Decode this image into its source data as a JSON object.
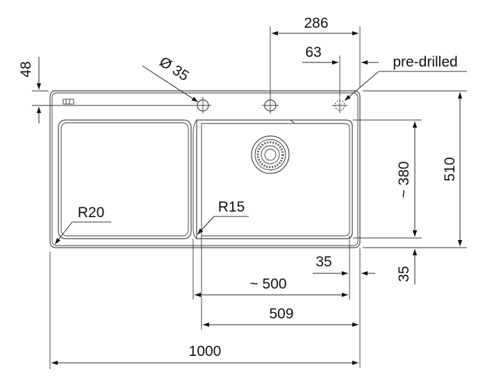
{
  "dimensions": {
    "d286": "286",
    "d63": "63",
    "pre_drilled": "pre-drilled",
    "d48": "48",
    "dia35": "Ø 35",
    "d380": "~ 380",
    "d510": "510",
    "r20": "R20",
    "r15": "R15",
    "d35_right": "35",
    "d35_bottom": "35",
    "d500": "~ 500",
    "d509": "509",
    "d1000": "1000"
  }
}
